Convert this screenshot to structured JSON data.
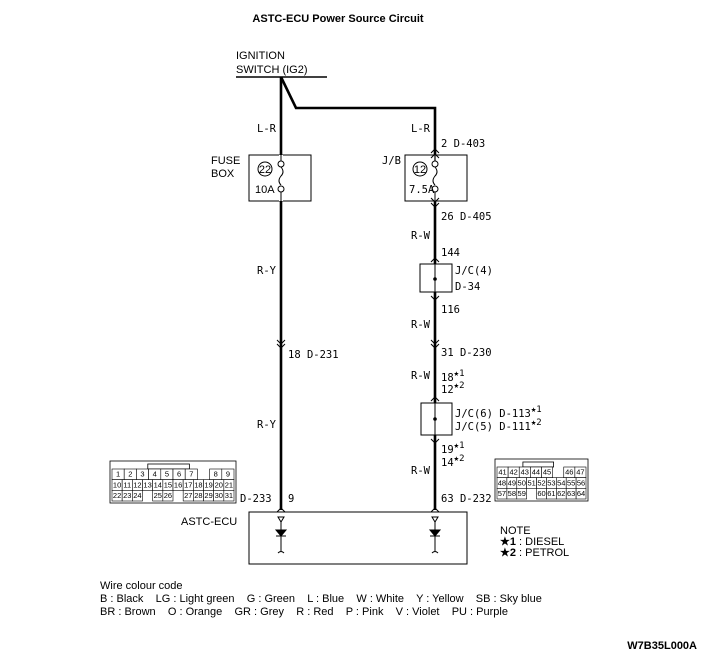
{
  "title": "ASTC-ECU Power Source Circuit",
  "ignition": {
    "line1": "IGNITION",
    "line2": "SWITCH (IG2)"
  },
  "left_branch": {
    "wire_top": "L-R",
    "fuse_box": {
      "line1": "FUSE",
      "line2": "BOX",
      "fuse_no": "22",
      "rating": "10A"
    },
    "wire_mid": "R-Y",
    "connector_mid": "18 D-231",
    "wire_low": "R-Y",
    "ecu_pin": "9",
    "ecu_connector": "D-233"
  },
  "right_branch": {
    "wire_top": "L-R",
    "jb_in": "2 D-403",
    "jb": {
      "label": "J/B",
      "fuse_no": "12",
      "rating": "7.5A"
    },
    "jb_out": "26 D-405",
    "wire_1": "R-W",
    "jc4_in": "144",
    "jc4": {
      "line1": "J/C(4)",
      "line2": "D-34"
    },
    "jc4_out": "116",
    "wire_2": "R-W",
    "connector_mid": "31 D-230",
    "wire_3": "R-W",
    "jc_in": {
      "a": "18",
      "a_note": "★1",
      "b": "12",
      "b_note": "★2"
    },
    "jc": {
      "line1": "J/C(6) D-113",
      "line1_note": "★1",
      "line2": "J/C(5) D-111",
      "line2_note": "★2"
    },
    "jc_out": {
      "a": "19",
      "a_note": "★1",
      "b": "14",
      "b_note": "★2"
    },
    "wire_4": "R-W",
    "ecu_connector": "63 D-232"
  },
  "ecu": {
    "label": "ASTC-ECU"
  },
  "note": {
    "title": "NOTE",
    "items": [
      {
        "mark": "★1",
        "text": " : DIESEL"
      },
      {
        "mark": "★2",
        "text": " : PETROL"
      }
    ]
  },
  "connectors": {
    "left": {
      "rows": [
        [
          "1",
          "2",
          "3",
          "4",
          "5",
          "6",
          "7",
          "",
          "8",
          "9"
        ],
        [
          "10",
          "11",
          "12",
          "13",
          "14",
          "15",
          "16",
          "17",
          "18",
          "19",
          "20",
          "21"
        ],
        [
          "22",
          "23",
          "24",
          "",
          "25",
          "26",
          "",
          "27",
          "28",
          "29",
          "30",
          "31"
        ]
      ]
    },
    "right": {
      "rows": [
        [
          "41",
          "42",
          "43",
          "44",
          "45",
          "",
          "46",
          "47"
        ],
        [
          "48",
          "49",
          "50",
          "51",
          "52",
          "53",
          "54",
          "55",
          "56"
        ],
        [
          "57",
          "58",
          "59",
          "",
          "60",
          "61",
          "62",
          "63",
          "64"
        ]
      ]
    }
  },
  "wire_code": {
    "title": "Wire colour code",
    "line1": "B : Black    LG : Light green    G : Green    L : Blue    W : White    Y : Yellow    SB : Sky blue",
    "line2": "BR : Brown    O : Orange    GR : Grey    R : Red    P : Pink    V : Violet    PU : Purple"
  },
  "figure_id": "W7B35L000A"
}
